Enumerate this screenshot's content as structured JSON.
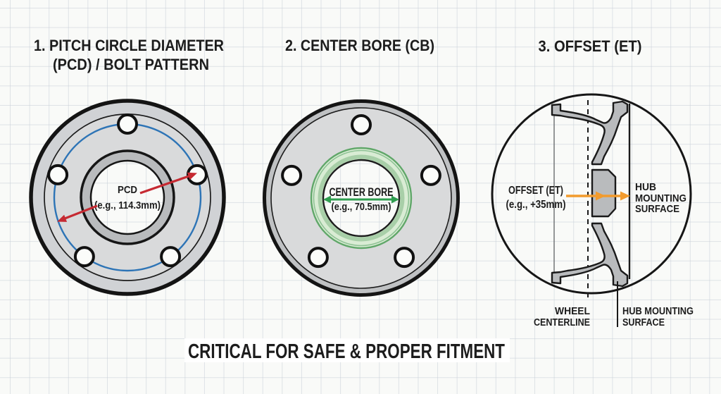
{
  "diagram": {
    "footer": "CRITICAL FOR SAFE & PROPER FITMENT",
    "pcd": {
      "title_line1": "1. PITCH CIRCLE DIAMETER",
      "title_line2": "(PCD) / BOLT PATTERN",
      "label": "PCD",
      "example": "(e.g., 114.3mm)"
    },
    "center_bore": {
      "title": "2. CENTER BORE (CB)",
      "label": "CENTER BORE",
      "example": "(e.g., 70.5mm)"
    },
    "offset": {
      "title": "3. OFFSET (ET)",
      "label": "OFFSET (ET)",
      "example": "(e.g., +35mm)",
      "hub_line1": "HUB",
      "hub_line2": "MOUNTING",
      "hub_line3": "SURFACE",
      "centerline_label_line1": "WHEEL",
      "centerline_label_line2": "CENTERLINE",
      "mounting_label_line1": "HUB MOUNTING",
      "mounting_label_line2": "SURFACE"
    },
    "colors": {
      "pcd_circle": "#2d74b6",
      "pcd_arrow": "#c62a32",
      "cb_highlight": "#2f9e4f",
      "offset_arrow": "#f29b2d",
      "ink": "#1c1c1c"
    }
  }
}
